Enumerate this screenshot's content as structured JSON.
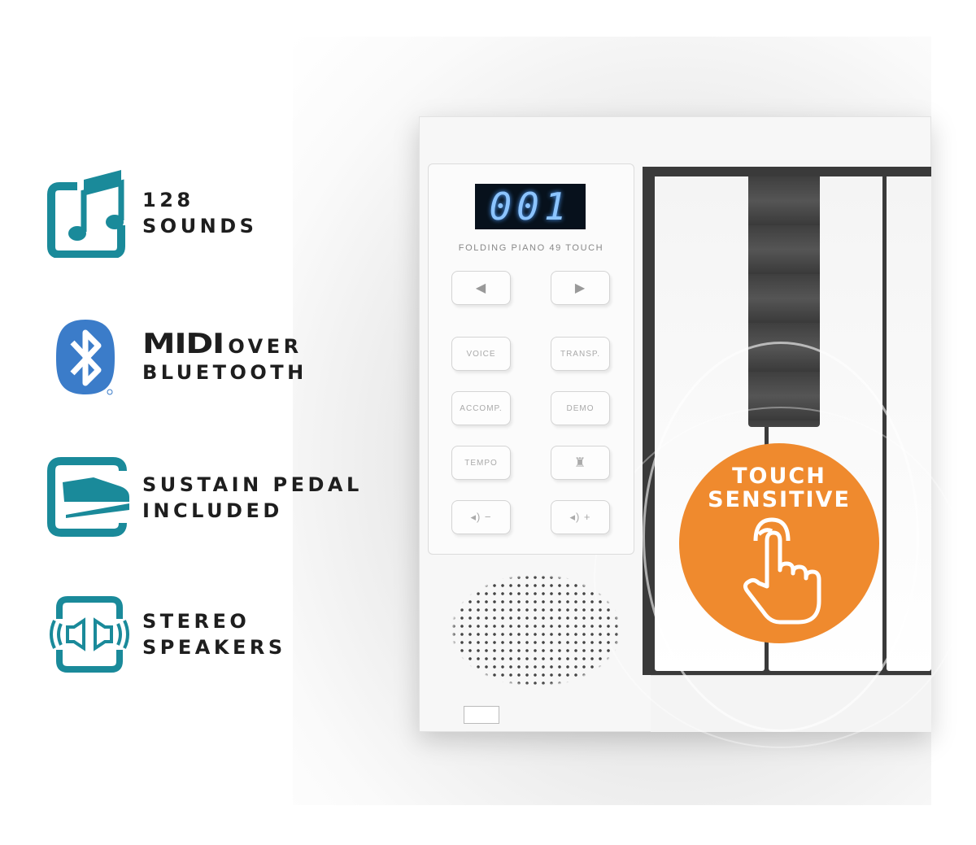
{
  "features": [
    {
      "icon": "music-note-icon",
      "line1": "128",
      "line2": "SOUNDS"
    },
    {
      "icon": "bluetooth-icon",
      "midi": "MIDI",
      "line1": "OVER",
      "line2": "BLUETOOTH"
    },
    {
      "icon": "sustain-pedal-icon",
      "line1": "SUSTAIN PEDAL",
      "line2": "INCLUDED"
    },
    {
      "icon": "stereo-speakers-icon",
      "line1": "STEREO",
      "line2": "SPEAKERS"
    }
  ],
  "piano": {
    "display": "001",
    "model": "FOLDING PIANO 49 TOUCH",
    "buttons": {
      "prev": "◀",
      "next": "▶",
      "voice": "VOICE",
      "transp": "TRANSP.",
      "accomp": "ACCOMP.",
      "demo": "DEMO",
      "tempo": "TEMPO",
      "metronome": "♜",
      "vol_down": "◂) −",
      "vol_up": "◂) +"
    }
  },
  "badge": {
    "line1": "TOUCH",
    "line2": "SENSITIVE"
  },
  "colors": {
    "teal": "#1a8a9a",
    "orange": "#ef8a2e",
    "bluetooth": "#3b7cc9"
  }
}
